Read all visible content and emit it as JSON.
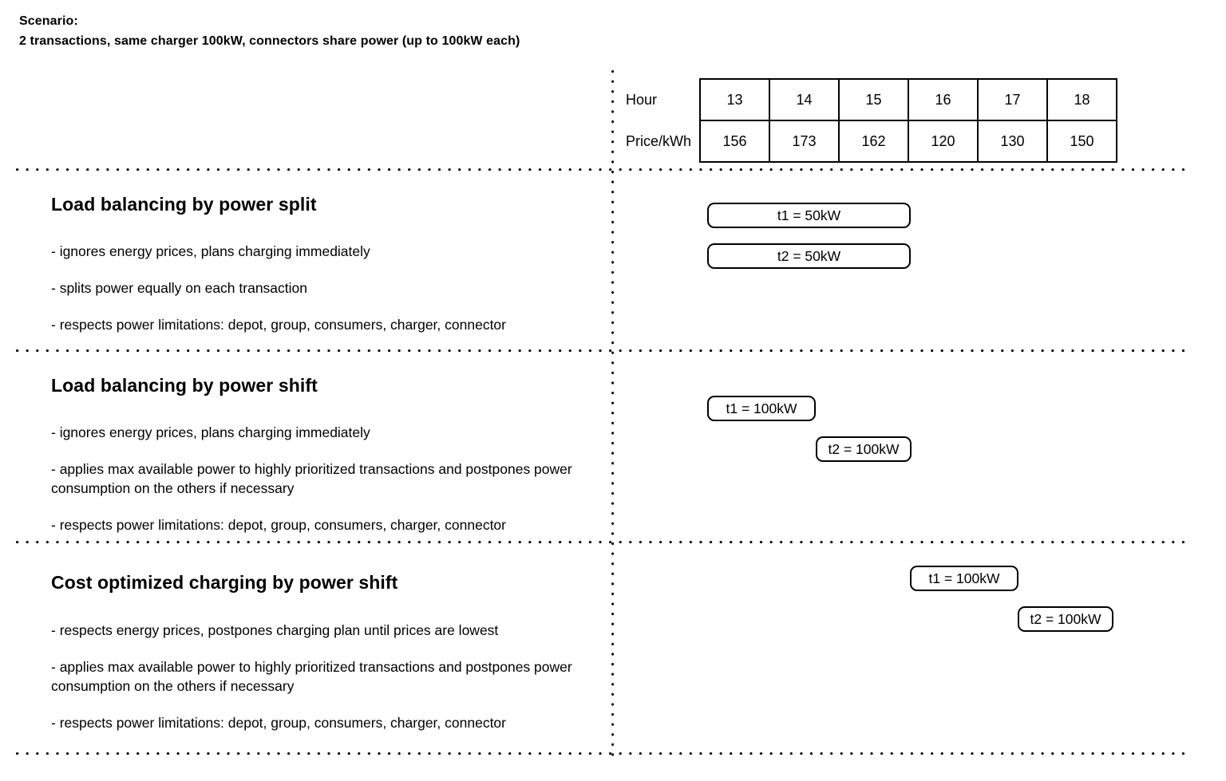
{
  "scenario": {
    "label": "Scenario:",
    "description": "2 transactions, same charger 100kW, connectors share power (up to 100kW each)"
  },
  "price_table": {
    "row_labels": [
      "Hour",
      "Price/kWh"
    ],
    "hours": [
      "13",
      "14",
      "15",
      "16",
      "17",
      "18"
    ],
    "prices": [
      "156",
      "173",
      "162",
      "120",
      "130",
      "150"
    ]
  },
  "sections": [
    {
      "title": "Load balancing by power split",
      "bullets": [
        "- ignores energy prices, plans charging immediately",
        "- splits power equally on each transaction",
        "- respects power limitations: depot, group, consumers, charger, connector"
      ],
      "boxes": [
        {
          "label": "t1 = 50kW",
          "start_hour": "13",
          "span_hours": 3
        },
        {
          "label": "t2 = 50kW",
          "start_hour": "13",
          "span_hours": 3
        }
      ]
    },
    {
      "title": "Load balancing by power shift",
      "bullets": [
        "- ignores energy prices, plans charging immediately",
        "- applies max available power to highly prioritized transactions and postpones power consumption on the others if necessary",
        "- respects power limitations: depot, group, consumers, charger, connector"
      ],
      "boxes": [
        {
          "label": "t1 = 100kW",
          "start_hour": "13",
          "span_hours": 1.6
        },
        {
          "label": "t2 = 100kW",
          "start_hour": "15",
          "span_hours": 1.4
        }
      ]
    },
    {
      "title": "Cost optimized charging by power shift",
      "bullets": [
        "- respects energy prices, postpones charging plan until prices are lowest",
        "- applies max available power to highly prioritized transactions and postpones power consumption on the others if necessary",
        "- respects power limitations: depot, group, consumers, charger, connector"
      ],
      "boxes": [
        {
          "label": "t1 = 100kW",
          "start_hour": "16",
          "span_hours": 1.6
        },
        {
          "label": "t2 = 100kW",
          "start_hour": "17.6",
          "span_hours": 1.4
        }
      ]
    }
  ],
  "colors": {
    "line": "#000000",
    "background": "#ffffff"
  }
}
